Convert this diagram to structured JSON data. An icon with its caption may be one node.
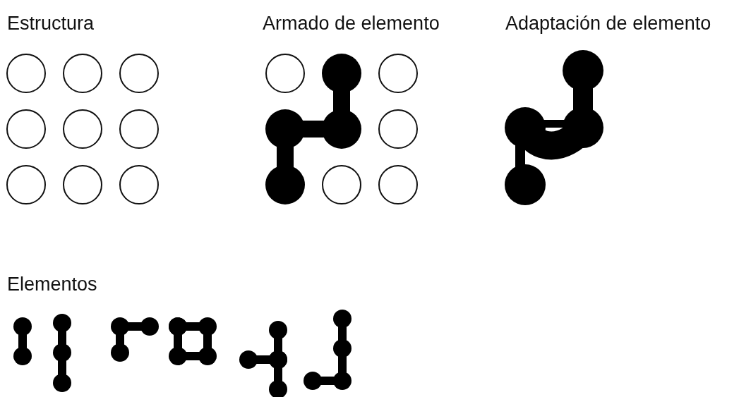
{
  "diagram": {
    "labels": [
      "Estructura",
      "Armado de elemento",
      "Adaptación de elemento",
      "Elementos"
    ]
  }
}
